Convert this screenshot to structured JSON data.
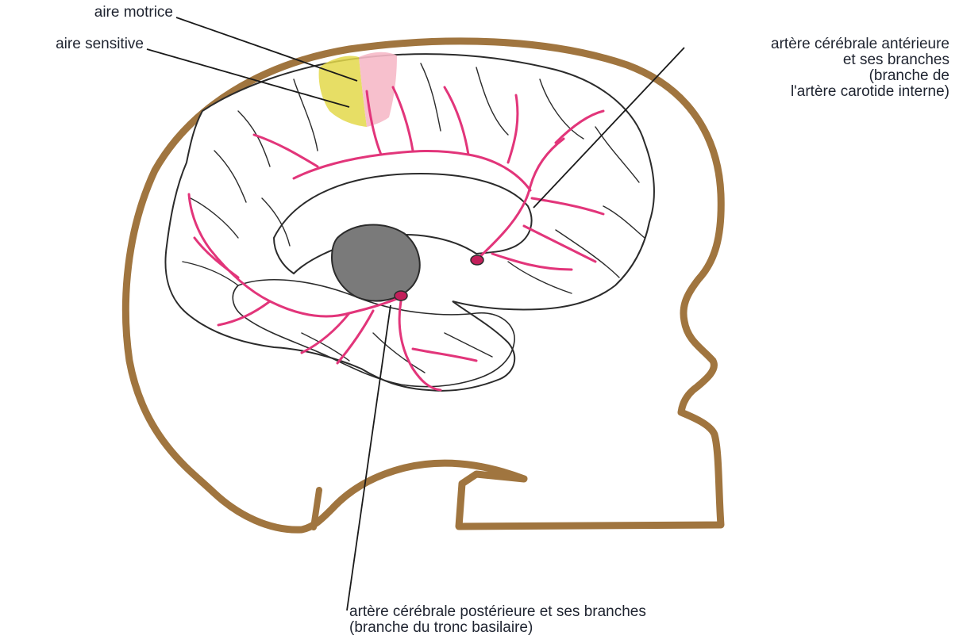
{
  "labels": {
    "motor_area": "aire motrice",
    "sensory_area": "aire sensitive",
    "anterior_artery": [
      "artère cérébrale antérieure",
      "et ses branches",
      "(branche de",
      "l'artère carotide interne)"
    ],
    "posterior_artery": [
      "artère cérébrale postérieure et ses branches",
      "(branche du tronc basilaire)"
    ]
  },
  "colors": {
    "head_outline": "#a0753f",
    "brain_outline": "#2b2b2b",
    "arteries": "#e2357a",
    "motor_area": "#f6b9c8",
    "sensory_area": "#e3d84a",
    "thalamus": "#7a7a7a",
    "leader_line": "#1a1a1a"
  }
}
